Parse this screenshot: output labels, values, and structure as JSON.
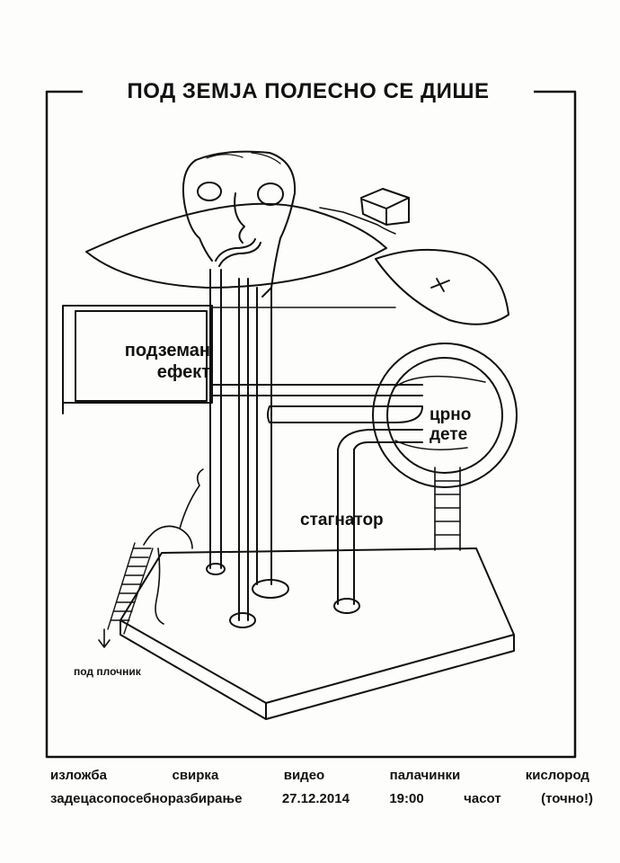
{
  "poster": {
    "title": "ПОД ЗЕМЈА ПОЛЕСНО СЕ ДИШЕ",
    "labels": {
      "podzeman": "подземан",
      "efekt": "ефект",
      "crno": "црно",
      "dete": "дете",
      "stagnator": "стагнатор",
      "pod_plochnik": "под плочник"
    },
    "footer_row1": [
      "изложба",
      "свирка",
      "видео",
      "палачинки",
      "кислород"
    ],
    "footer_row2": [
      "задецасопосебноразбирање",
      "27.12.2014",
      "19:00",
      "часот",
      "(точно!)"
    ]
  }
}
